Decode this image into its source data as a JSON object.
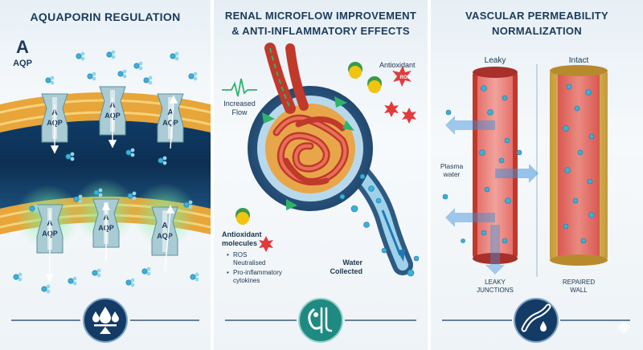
{
  "panels": [
    {
      "title": "AQUAPORIN REGULATION",
      "logo": {
        "letter": "A",
        "text": "AQP"
      },
      "channel_label": "AQP",
      "channel_letter": "A",
      "icon": "water-drops-balance-icon"
    },
    {
      "title_line1": "RENAL MICROFLOW IMPROVEMENT",
      "title_line2": "& ANTI-INFLAMMATORY EFFECTS",
      "increased_flow_1": "Increased",
      "increased_flow_2": "Flow",
      "antioxidant": "Antioxidant",
      "ros": "ROS",
      "antioxidant_molecules_1": "Antioxidant",
      "antioxidant_molecules_2": "molecules",
      "bullet_1": "ROS",
      "bullet_1b": "Neutralised",
      "bullet_2": "Pro-inflammatory",
      "bullet_2b": "cytokines",
      "water_1": "Water",
      "water_2": "Collected",
      "icon": "kidney-vessel-icon"
    },
    {
      "title_line1": "VASCULAR PERMEABILITY",
      "title_line2": "NORMALIZATION",
      "leaky": "Leaky",
      "intact": "Intact",
      "plasma_1": "Plasma",
      "plasma_2": "water",
      "leaky_junctions_1": "LEAKY",
      "leaky_junctions_2": "JUNCTIONS",
      "repaired_1": "REPAIRED",
      "repaired_2": "WALL",
      "icon": "vessel-drop-icon"
    }
  ],
  "colors": {
    "navy": "#1a3a5c",
    "membrane_orange": "#e7a53a",
    "channel": "#a9cbd3",
    "water": "#3bb0d8",
    "vessel_red": "#d9534f",
    "kidney_blue": "#2e5e86",
    "teal_icon": "#1f8a82"
  }
}
